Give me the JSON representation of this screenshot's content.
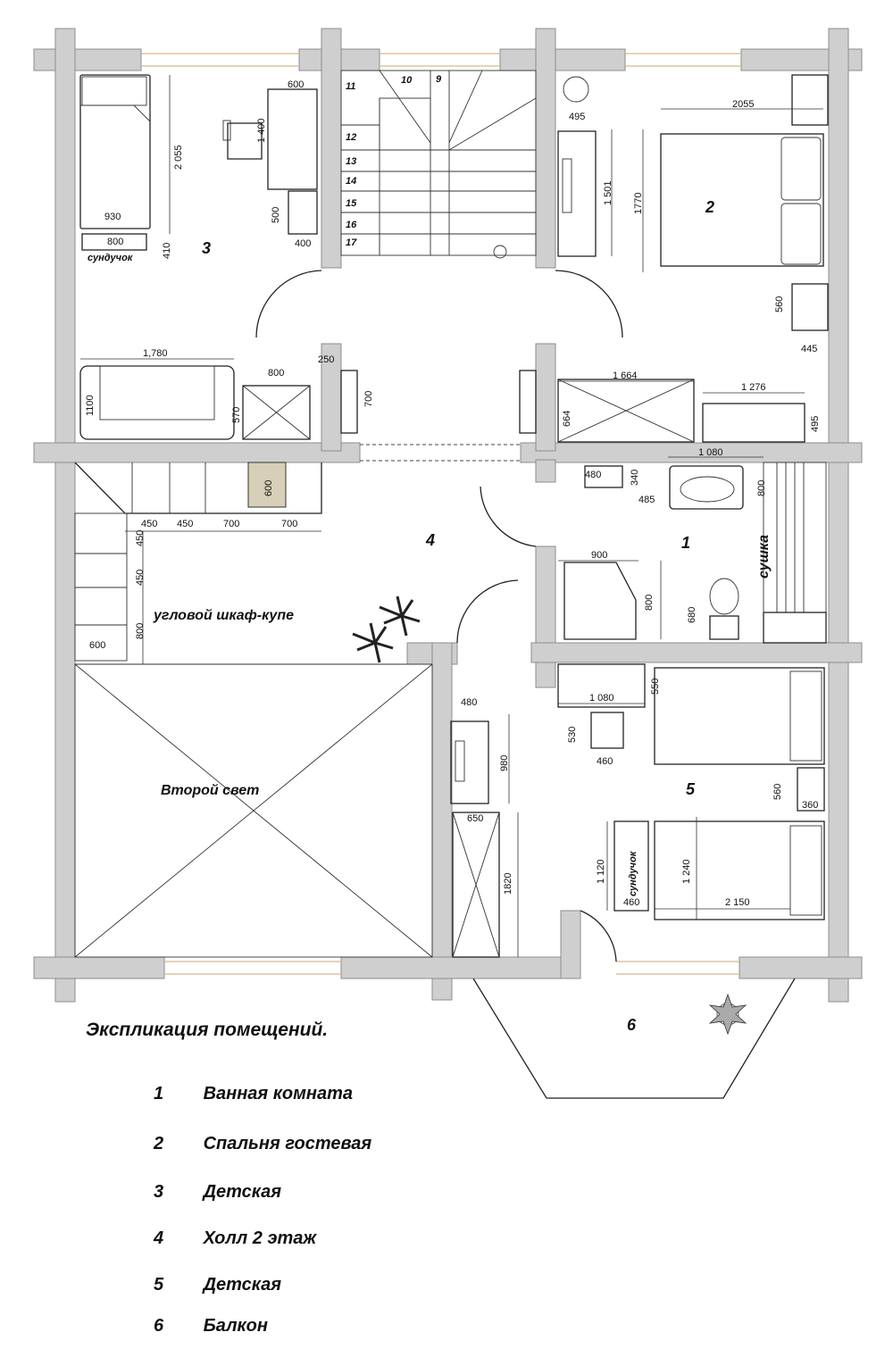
{
  "plan": {
    "room_numbers": [
      "1",
      "2",
      "3",
      "4",
      "5",
      "6"
    ],
    "labels": {
      "dryer": "сушка",
      "chest_top": "сундучок",
      "chest_bottom": "сундучок",
      "wardrobe": "угловой шкаф-купе",
      "second_light": "Второй свет"
    },
    "stair_steps": [
      "9",
      "10",
      "11",
      "12",
      "13",
      "14",
      "15",
      "16",
      "17"
    ],
    "dimensions": {
      "d600_top": "600",
      "d1400": "1 400",
      "d2055_vert": "2 055",
      "d930": "930",
      "d800_chest": "800",
      "d410": "410",
      "d500": "500",
      "d400": "400",
      "d495_top": "495",
      "d2055_bed": "2055",
      "d1501": "1 501",
      "d1770": "1770",
      "d560_a": "560",
      "d445": "445",
      "d1780": "1,780",
      "d800_desk": "800",
      "d250": "250",
      "d1100": "1100",
      "d570": "570",
      "d700_a": "700",
      "d1664": "1 664",
      "d1276": "1 276",
      "d664": "664",
      "d495_b": "495",
      "d1080_a": "1 080",
      "d480_a": "480",
      "d340": "340",
      "d485": "485",
      "d800_bath": "800",
      "d600_cab": "600",
      "d450_a": "450",
      "d450_b": "450",
      "d700_b": "700",
      "d700_c": "700",
      "d450_c": "450",
      "d450_d": "450",
      "d900": "900",
      "d800_shower": "800",
      "d680": "680",
      "d800_side": "800",
      "d600_side": "600",
      "d480_b": "480",
      "d980": "980",
      "d1080_b": "1 080",
      "d550": "550",
      "d530": "530",
      "d460_a": "460",
      "d560_b": "560",
      "d360": "360",
      "d650": "650",
      "d1820": "1820",
      "d1120": "1 120",
      "d1240": "1 240",
      "d460_b": "460",
      "d2150": "2 150"
    }
  },
  "legend": {
    "title": "Экспликация помещений.",
    "items": [
      {
        "num": "1",
        "name": "Ванная комната"
      },
      {
        "num": "2",
        "name": "Спальня гостевая"
      },
      {
        "num": "3",
        "name": "Детская"
      },
      {
        "num": "4",
        "name": "Холл 2 этаж"
      },
      {
        "num": "5",
        "name": "Детская"
      },
      {
        "num": "6",
        "name": "Балкон"
      }
    ]
  }
}
